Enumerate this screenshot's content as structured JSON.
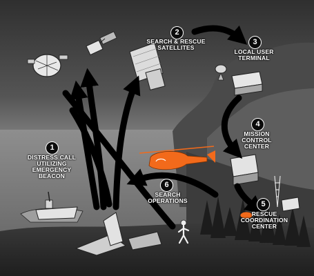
{
  "steps": [
    {
      "number": "1",
      "label_lines": [
        "DISTRESS CALL",
        "UTILIZING",
        "EMERGENCY",
        "BEACON"
      ]
    },
    {
      "number": "2",
      "label_lines": [
        "SEARCH & RESCUE",
        "SATELLITES"
      ]
    },
    {
      "number": "3",
      "label_lines": [
        "LOCAL USER",
        "TERMINAL"
      ]
    },
    {
      "number": "4",
      "label_lines": [
        "MISSION",
        "CONTROL",
        "CENTER"
      ]
    },
    {
      "number": "5",
      "label_lines": [
        "RESCUE",
        "COORDINATION",
        "CENTER"
      ]
    },
    {
      "number": "6",
      "label_lines": [
        "SEARCH",
        "OPERATIONS"
      ]
    }
  ],
  "colors": {
    "sky_top": "#3a3a3a",
    "sky_mid": "#6f6f6f",
    "sea": "#8a8a8a",
    "ground": "#2a2a2a",
    "arrow": "#000000",
    "helicopter": "#f26a1b",
    "target": "#f26a1b",
    "label_text": "#ffffff"
  },
  "icons": [
    "satellite-icon",
    "ship-icon",
    "helicopter-icon",
    "antenna-icon",
    "building-icon",
    "person-icon",
    "wreckage-icon",
    "radio-tower-icon",
    "target-marker-icon"
  ]
}
